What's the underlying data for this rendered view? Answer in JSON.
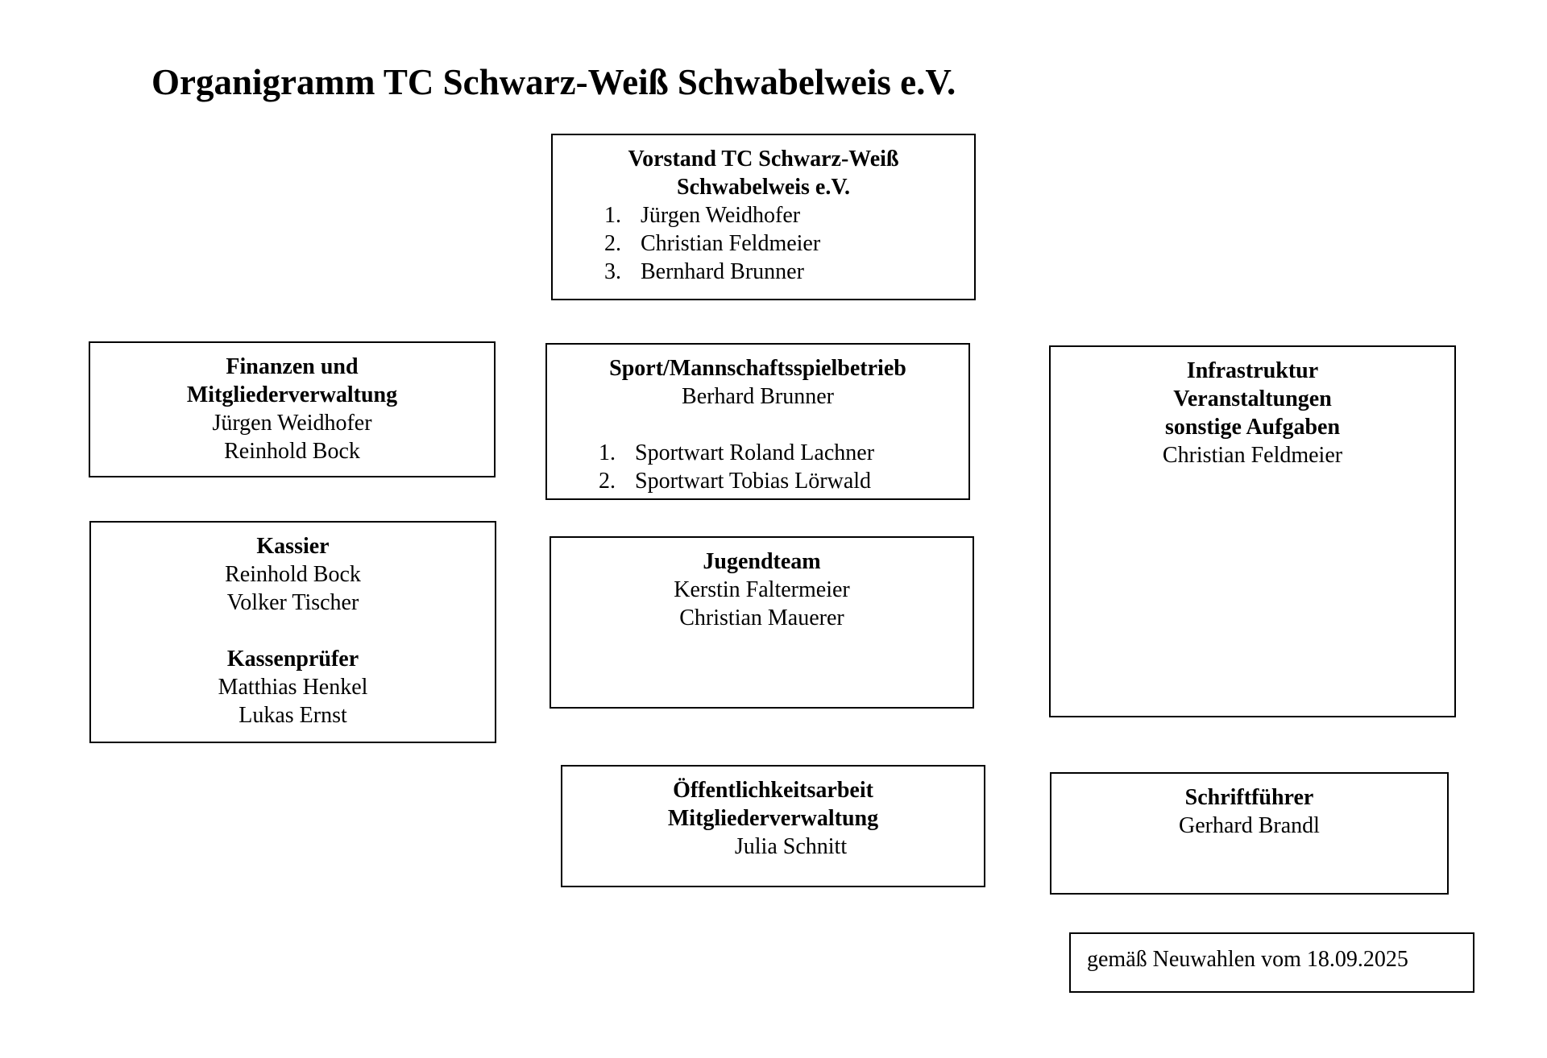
{
  "title": "Organigramm TC Schwarz-Weiß Schwabelweis e.V.",
  "boxes": {
    "vorstand": {
      "heading": [
        "Vorstand TC Schwarz-Weiß",
        "Schwabelweis e.V."
      ],
      "list": [
        {
          "num": "1.",
          "text": "Jürgen Weidhofer"
        },
        {
          "num": "2.",
          "text": "Christian Feldmeier"
        },
        {
          "num": "3.",
          "text": "Bernhard Brunner"
        }
      ]
    },
    "finanzen": {
      "heading": [
        "Finanzen und",
        "Mitgliederverwaltung"
      ],
      "names": [
        "Jürgen Weidhofer",
        "Reinhold Bock"
      ]
    },
    "sport": {
      "heading": "Sport/Mannschaftsspielbetrieb",
      "lead": "Berhard Brunner",
      "list": [
        {
          "num": "1.",
          "text": "Sportwart Roland Lachner"
        },
        {
          "num": "2.",
          "text": "Sportwart Tobias Lörwald"
        }
      ]
    },
    "infrastruktur": {
      "heading": [
        "Infrastruktur",
        "Veranstaltungen",
        "sonstige Aufgaben"
      ],
      "names": [
        "Christian Feldmeier"
      ]
    },
    "kassier": {
      "heading": "Kassier",
      "names": [
        "Reinhold Bock",
        "Volker Tischer"
      ],
      "sub_heading": "Kassenprüfer",
      "sub_names": [
        "Matthias Henkel",
        "Lukas Ernst"
      ]
    },
    "jugend": {
      "heading": "Jugendteam",
      "names": [
        "Kerstin Faltermeier",
        "Christian Mauerer"
      ]
    },
    "oeffentlich": {
      "heading": [
        "Öffentlichkeitsarbeit",
        "Mitgliederverwaltung"
      ],
      "names": [
        "Julia Schnitt"
      ]
    },
    "schrift": {
      "heading": "Schriftführer",
      "names": [
        "Gerhard Brandl"
      ]
    }
  },
  "note": "gemäß Neuwahlen vom 18.09.2025"
}
